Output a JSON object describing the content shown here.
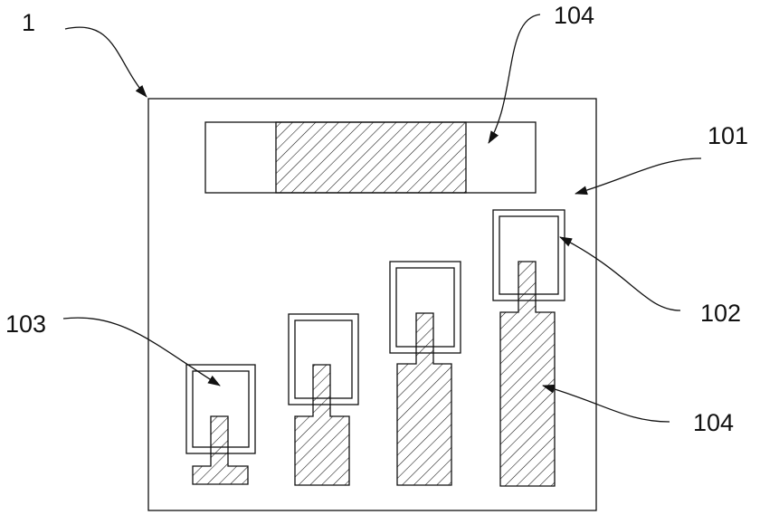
{
  "diagram": {
    "callouts": {
      "ref_1": "1",
      "ref_104_top": "104",
      "ref_101": "101",
      "ref_102": "102",
      "ref_103": "103",
      "ref_104_right": "104"
    }
  }
}
